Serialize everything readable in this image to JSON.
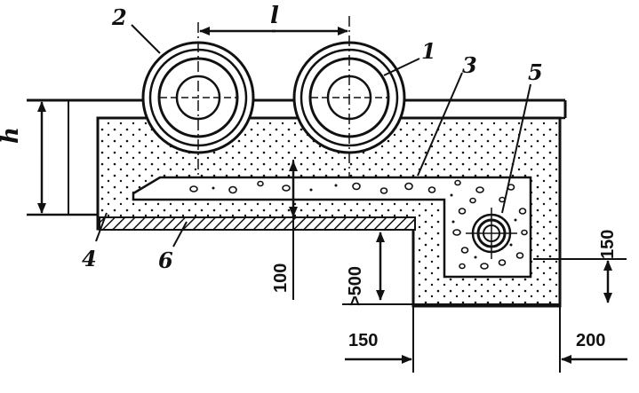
{
  "labels": {
    "pipe_1": "1",
    "pipe_2": "2",
    "drain_3": "3",
    "fill_4": "4",
    "collector_5": "5",
    "layer_6": "6",
    "spacing_l": "l",
    "height_h": "h"
  },
  "dimensions": {
    "d100": "100",
    "d500": ">500",
    "d150_vertical": "150",
    "d150_horizontal": "150",
    "d200": "200"
  },
  "colors": {
    "line": "#111111",
    "fill_background": "#ffffff",
    "hatch": "#111111"
  }
}
